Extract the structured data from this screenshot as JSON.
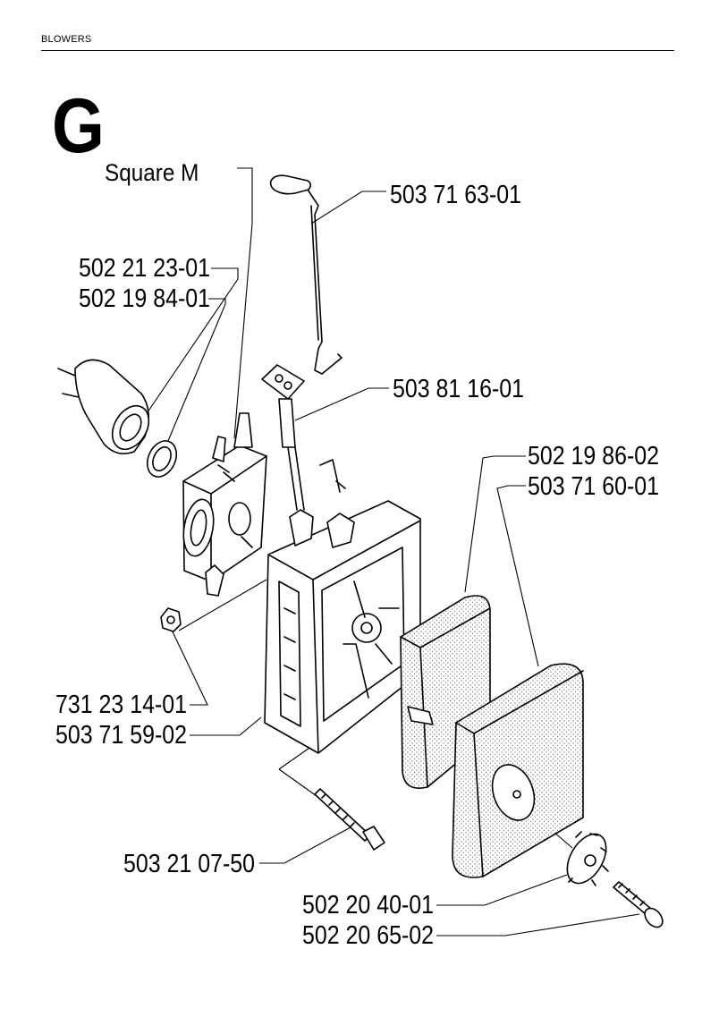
{
  "header": {
    "section": "BLOWERS"
  },
  "figure": {
    "letter": "G",
    "subtitle": "Square M"
  },
  "parts": [
    {
      "id": "throttle-rod",
      "number": "503 71 63-01"
    },
    {
      "id": "intake-manifold",
      "number": "502 21 23-01"
    },
    {
      "id": "gasket-ring",
      "number": "502 19 84-01"
    },
    {
      "id": "choke-lever",
      "number": "503 81 16-01"
    },
    {
      "id": "air-filter-element",
      "number": "502 19 86-02"
    },
    {
      "id": "filter-cover",
      "number": "503 71 60-01"
    },
    {
      "id": "nut",
      "number": "731 23 14-01"
    },
    {
      "id": "filter-housing",
      "number": "503 71 59-02"
    },
    {
      "id": "housing-screw",
      "number": "503 21 07-50"
    },
    {
      "id": "cover-knob",
      "number": "502 20 40-01"
    },
    {
      "id": "knob-screw",
      "number": "502 20 65-02"
    }
  ]
}
